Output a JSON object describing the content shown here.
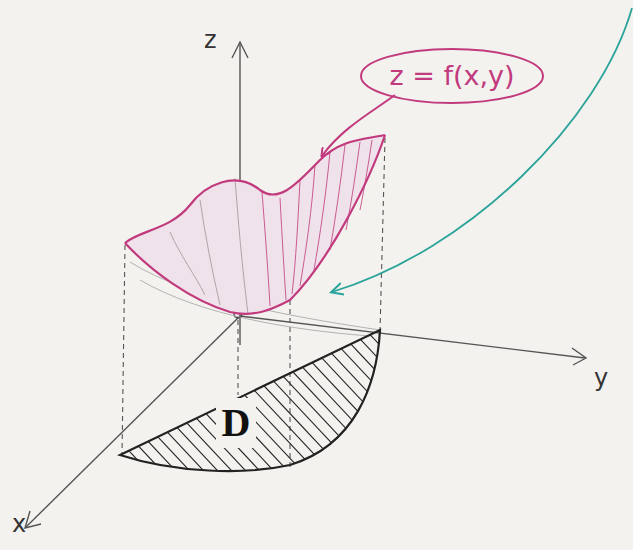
{
  "diagram": {
    "nodes": [
      {
        "text": [
          "z = f(x,y)"
        ]
      },
      {
        "text": [
          "D"
        ]
      }
    ],
    "labels": [
      "z",
      "y",
      "x"
    ]
  }
}
